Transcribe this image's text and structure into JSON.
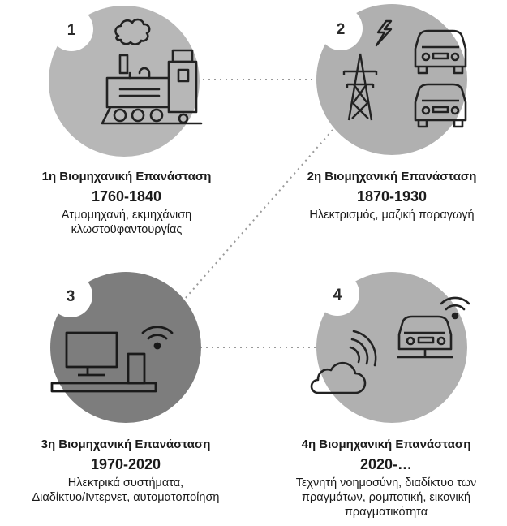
{
  "stages": [
    {
      "number": "1",
      "title": "1η Βιομηχανική Επανάσταση",
      "years": "1760-1840",
      "description_lines": [
        "Ατμομηχανή, εκμηχάνιση",
        "κλωστοϋφαντουργίας"
      ],
      "icons": [
        "steam-locomotive-icon",
        "smoke-cloud-icon"
      ],
      "circle_color": "#b7b7b7"
    },
    {
      "number": "2",
      "title": "2η Βιομηχανική Επανάσταση",
      "years": "1870-1930",
      "description_lines": [
        "Ηλεκτρισμός, μαζική παραγωγή"
      ],
      "icons": [
        "lightning-bolt-icon",
        "power-pylon-icon",
        "car-icon"
      ],
      "circle_color": "#b0b0b0"
    },
    {
      "number": "3",
      "title": "3η Βιομηχανική Επανάσταση",
      "years": "1970-2020",
      "description_lines": [
        "Ηλεκτρικά συστήματα,",
        "Διαδίκτυο/Ιντερνετ, αυτοματοποίηση"
      ],
      "icons": [
        "computer-monitor-icon",
        "wifi-icon"
      ],
      "circle_color": "#7d7d7d"
    },
    {
      "number": "4",
      "title": "4η Βιομηχανική Επανάσταση",
      "years": "2020-…",
      "description_lines": [
        "Τεχνητή νοημοσύνη, διαδίκτυο των",
        "πραγμάτων, ρομποτική, εικονική",
        "πραγματικότητα"
      ],
      "icons": [
        "cloud-icon",
        "wifi-icon",
        "connected-car-icon"
      ],
      "circle_color": "#b0b0b0"
    }
  ]
}
